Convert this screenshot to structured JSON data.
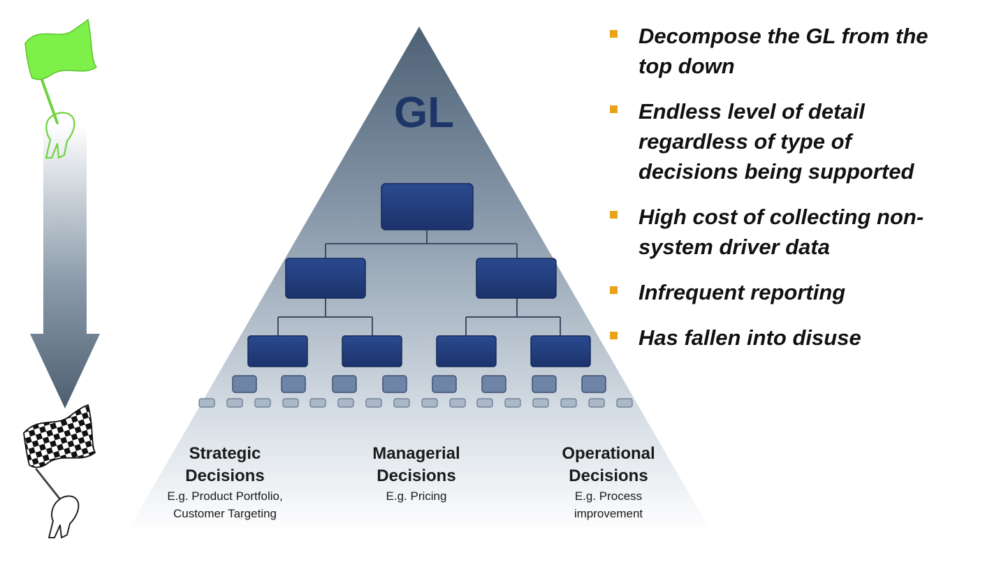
{
  "pyramid": {
    "title": "GL"
  },
  "decisions": [
    {
      "title_lines": [
        "Strategic",
        "Decisions"
      ],
      "detail_lines": [
        "E.g. Product Portfolio,",
        "Customer Targeting"
      ]
    },
    {
      "title_lines": [
        "Managerial",
        "Decisions"
      ],
      "detail_lines": [
        "E.g. Pricing"
      ]
    },
    {
      "title_lines": [
        "Operational",
        "Decisions"
      ],
      "detail_lines": [
        "E.g. Process",
        "improvement"
      ]
    }
  ],
  "bullets": [
    {
      "lines": [
        "Decompose the GL from the",
        "top down"
      ]
    },
    {
      "lines": [
        "Endless level of detail",
        "regardless of type of",
        "decisions being supported"
      ]
    },
    {
      "lines": [
        "High cost of collecting non-",
        "system driver data"
      ]
    },
    {
      "lines": [
        "Infrequent reporting"
      ]
    },
    {
      "lines": [
        "Has fallen into disuse"
      ]
    }
  ],
  "colors": {
    "bullet_marker": "#e8a317",
    "box_fill": "#1f3a78",
    "start_flag": "#7ef04a",
    "arrow_top": "#ffffff",
    "arrow_bottom": "#4c5e70",
    "pyramid_top": "#4d6075",
    "pyramid_bottom": "#ffffff"
  },
  "icons": {
    "start": "green-flag-icon",
    "direction": "down-arrow-icon",
    "finish": "checkered-flag-icon"
  }
}
